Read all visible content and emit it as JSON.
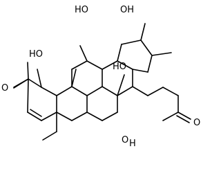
{
  "atoms": {
    "oh_top_left": "HO",
    "oh_top_right": "OH",
    "oh_left": "HO",
    "oh_bridge": "HO",
    "ketone_o": "O",
    "lactone_ring_o": "O",
    "h_stereo": "H",
    "lactone_carbonyl_o": "O"
  }
}
